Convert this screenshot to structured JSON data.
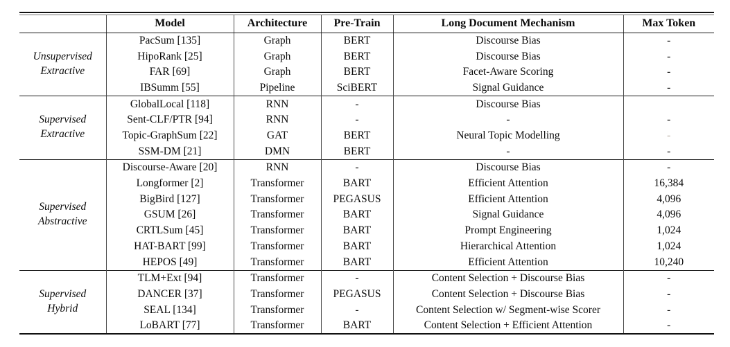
{
  "colors": {
    "text": "#0a0a0a",
    "rule_heavy": "#111111",
    "rule_light": "#6d6d6d",
    "vertical_separator": "#4a4a4a",
    "muted_dash": "#b9b1a6",
    "background": "#ffffff"
  },
  "table": {
    "headers": {
      "group": "",
      "model": "Model",
      "architecture": "Architecture",
      "pretrain": "Pre-Train",
      "mechanism": "Long Document Mechanism",
      "max_token": "Max Token"
    },
    "groups": [
      {
        "label": "Unsupervised Extractive",
        "rows": [
          {
            "model": "PacSum [135]",
            "architecture": "Graph",
            "pretrain": "BERT",
            "mechanism": "Discourse Bias",
            "max_token": "-"
          },
          {
            "model": "HipoRank [25]",
            "architecture": "Graph",
            "pretrain": "BERT",
            "mechanism": "Discourse Bias",
            "max_token": "-"
          },
          {
            "model": "FAR [69]",
            "architecture": "Graph",
            "pretrain": "BERT",
            "mechanism": "Facet-Aware Scoring",
            "max_token": "-"
          },
          {
            "model": "IBSumm [55]",
            "architecture": "Pipeline",
            "pretrain": "SciBERT",
            "mechanism": "Signal Guidance",
            "max_token": "-"
          }
        ]
      },
      {
        "label": "Supervised Extractive",
        "rows": [
          {
            "model": "GlobalLocal [118]",
            "architecture": "RNN",
            "pretrain": "-",
            "mechanism": "Discourse Bias",
            "max_token": ""
          },
          {
            "model": "Sent-CLF/PTR [94]",
            "architecture": "RNN",
            "pretrain": "-",
            "mechanism": "-",
            "max_token": "-"
          },
          {
            "model": "Topic-GraphSum [22]",
            "architecture": "GAT",
            "pretrain": "BERT",
            "mechanism": "Neural Topic Modelling",
            "max_token": "-",
            "max_token_muted": true
          },
          {
            "model": "SSM-DM [21]",
            "architecture": "DMN",
            "pretrain": "BERT",
            "mechanism": "-",
            "max_token": "-"
          }
        ]
      },
      {
        "label": "Supervised Abstractive",
        "rows": [
          {
            "model": "Discourse-Aware [20]",
            "architecture": "RNN",
            "pretrain": "-",
            "mechanism": "Discourse Bias",
            "max_token": "-"
          },
          {
            "model": "Longformer [2]",
            "architecture": "Transformer",
            "pretrain": "BART",
            "mechanism": "Efficient Attention",
            "max_token": "16,384"
          },
          {
            "model": "BigBird [127]",
            "architecture": "Transformer",
            "pretrain": "PEGASUS",
            "mechanism": "Efficient Attention",
            "max_token": "4,096"
          },
          {
            "model": "GSUM [26]",
            "architecture": "Transformer",
            "pretrain": "BART",
            "mechanism": "Signal Guidance",
            "max_token": "4,096"
          },
          {
            "model": "CRTLSum [45]",
            "architecture": "Transformer",
            "pretrain": "BART",
            "mechanism": "Prompt Engineering",
            "max_token": "1,024"
          },
          {
            "model": "HAT-BART [99]",
            "architecture": "Transformer",
            "pretrain": "BART",
            "mechanism": "Hierarchical Attention",
            "max_token": "1,024"
          },
          {
            "model": "HEPOS [49]",
            "architecture": "Transformer",
            "pretrain": "BART",
            "mechanism": "Efficient Attention",
            "max_token": "10,240"
          }
        ]
      },
      {
        "label": "Supervised Hybrid",
        "rows": [
          {
            "model": "TLM+Ext [94]",
            "architecture": "Transformer",
            "pretrain": "-",
            "mechanism": "Content Selection + Discourse Bias",
            "max_token": "-"
          },
          {
            "model": "DANCER [37]",
            "architecture": "Transformer",
            "pretrain": "PEGASUS",
            "mechanism": "Content Selection + Discourse Bias",
            "max_token": "-"
          },
          {
            "model": "SEAL [134]",
            "architecture": "Transformer",
            "pretrain": "-",
            "mechanism": "Content Selection w/ Segment-wise Scorer",
            "max_token": "-"
          },
          {
            "model": "LoBART [77]",
            "architecture": "Transformer",
            "pretrain": "BART",
            "mechanism": "Content Selection + Efficient Attention",
            "max_token": "-"
          }
        ]
      }
    ]
  }
}
